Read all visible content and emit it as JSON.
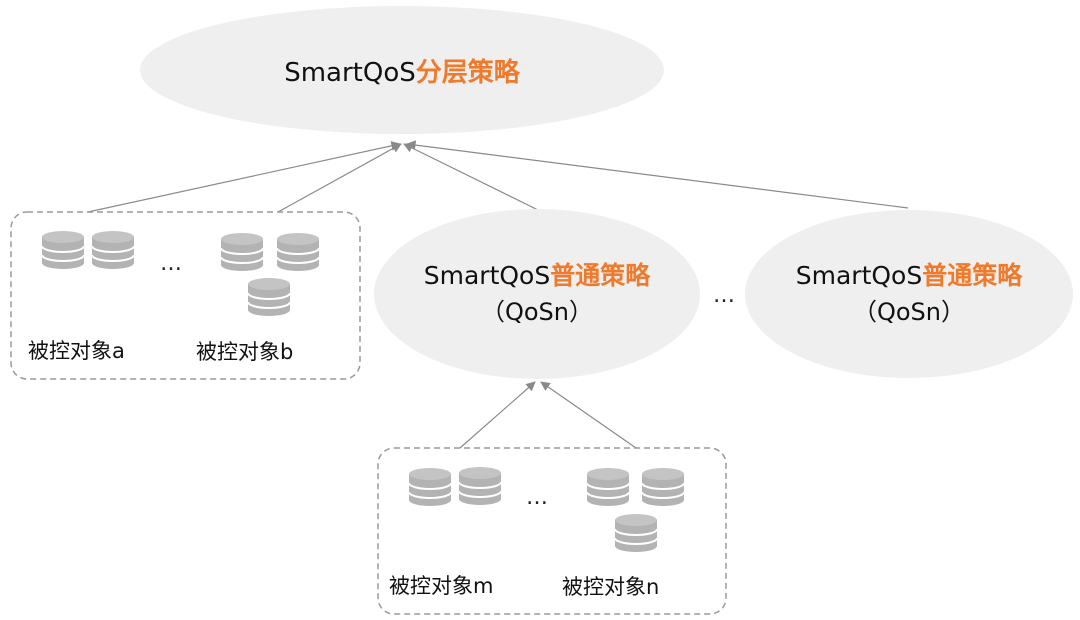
{
  "colors": {
    "accent": "#F07A2B",
    "node_fill": "#EFEFEF",
    "edge": "#8A8A8A",
    "group_border": "#9A9A9A",
    "db_fill": "#B3B3B3"
  },
  "top_node": {
    "prefix": "SmartQoS",
    "accent": "分层策略"
  },
  "common_nodes": [
    {
      "prefix": "SmartQoS",
      "accent": "普通策略",
      "sub": "（QoSn）"
    },
    {
      "prefix": "SmartQoS",
      "accent": "普通策略",
      "sub": "（QoSn）"
    }
  ],
  "ellipsis": "…",
  "groups": [
    {
      "labels": [
        "被控对象a",
        "被控对象b"
      ]
    },
    {
      "labels": [
        "被控对象m",
        "被控对象n"
      ]
    }
  ],
  "icons": {
    "database": "database-icon"
  }
}
